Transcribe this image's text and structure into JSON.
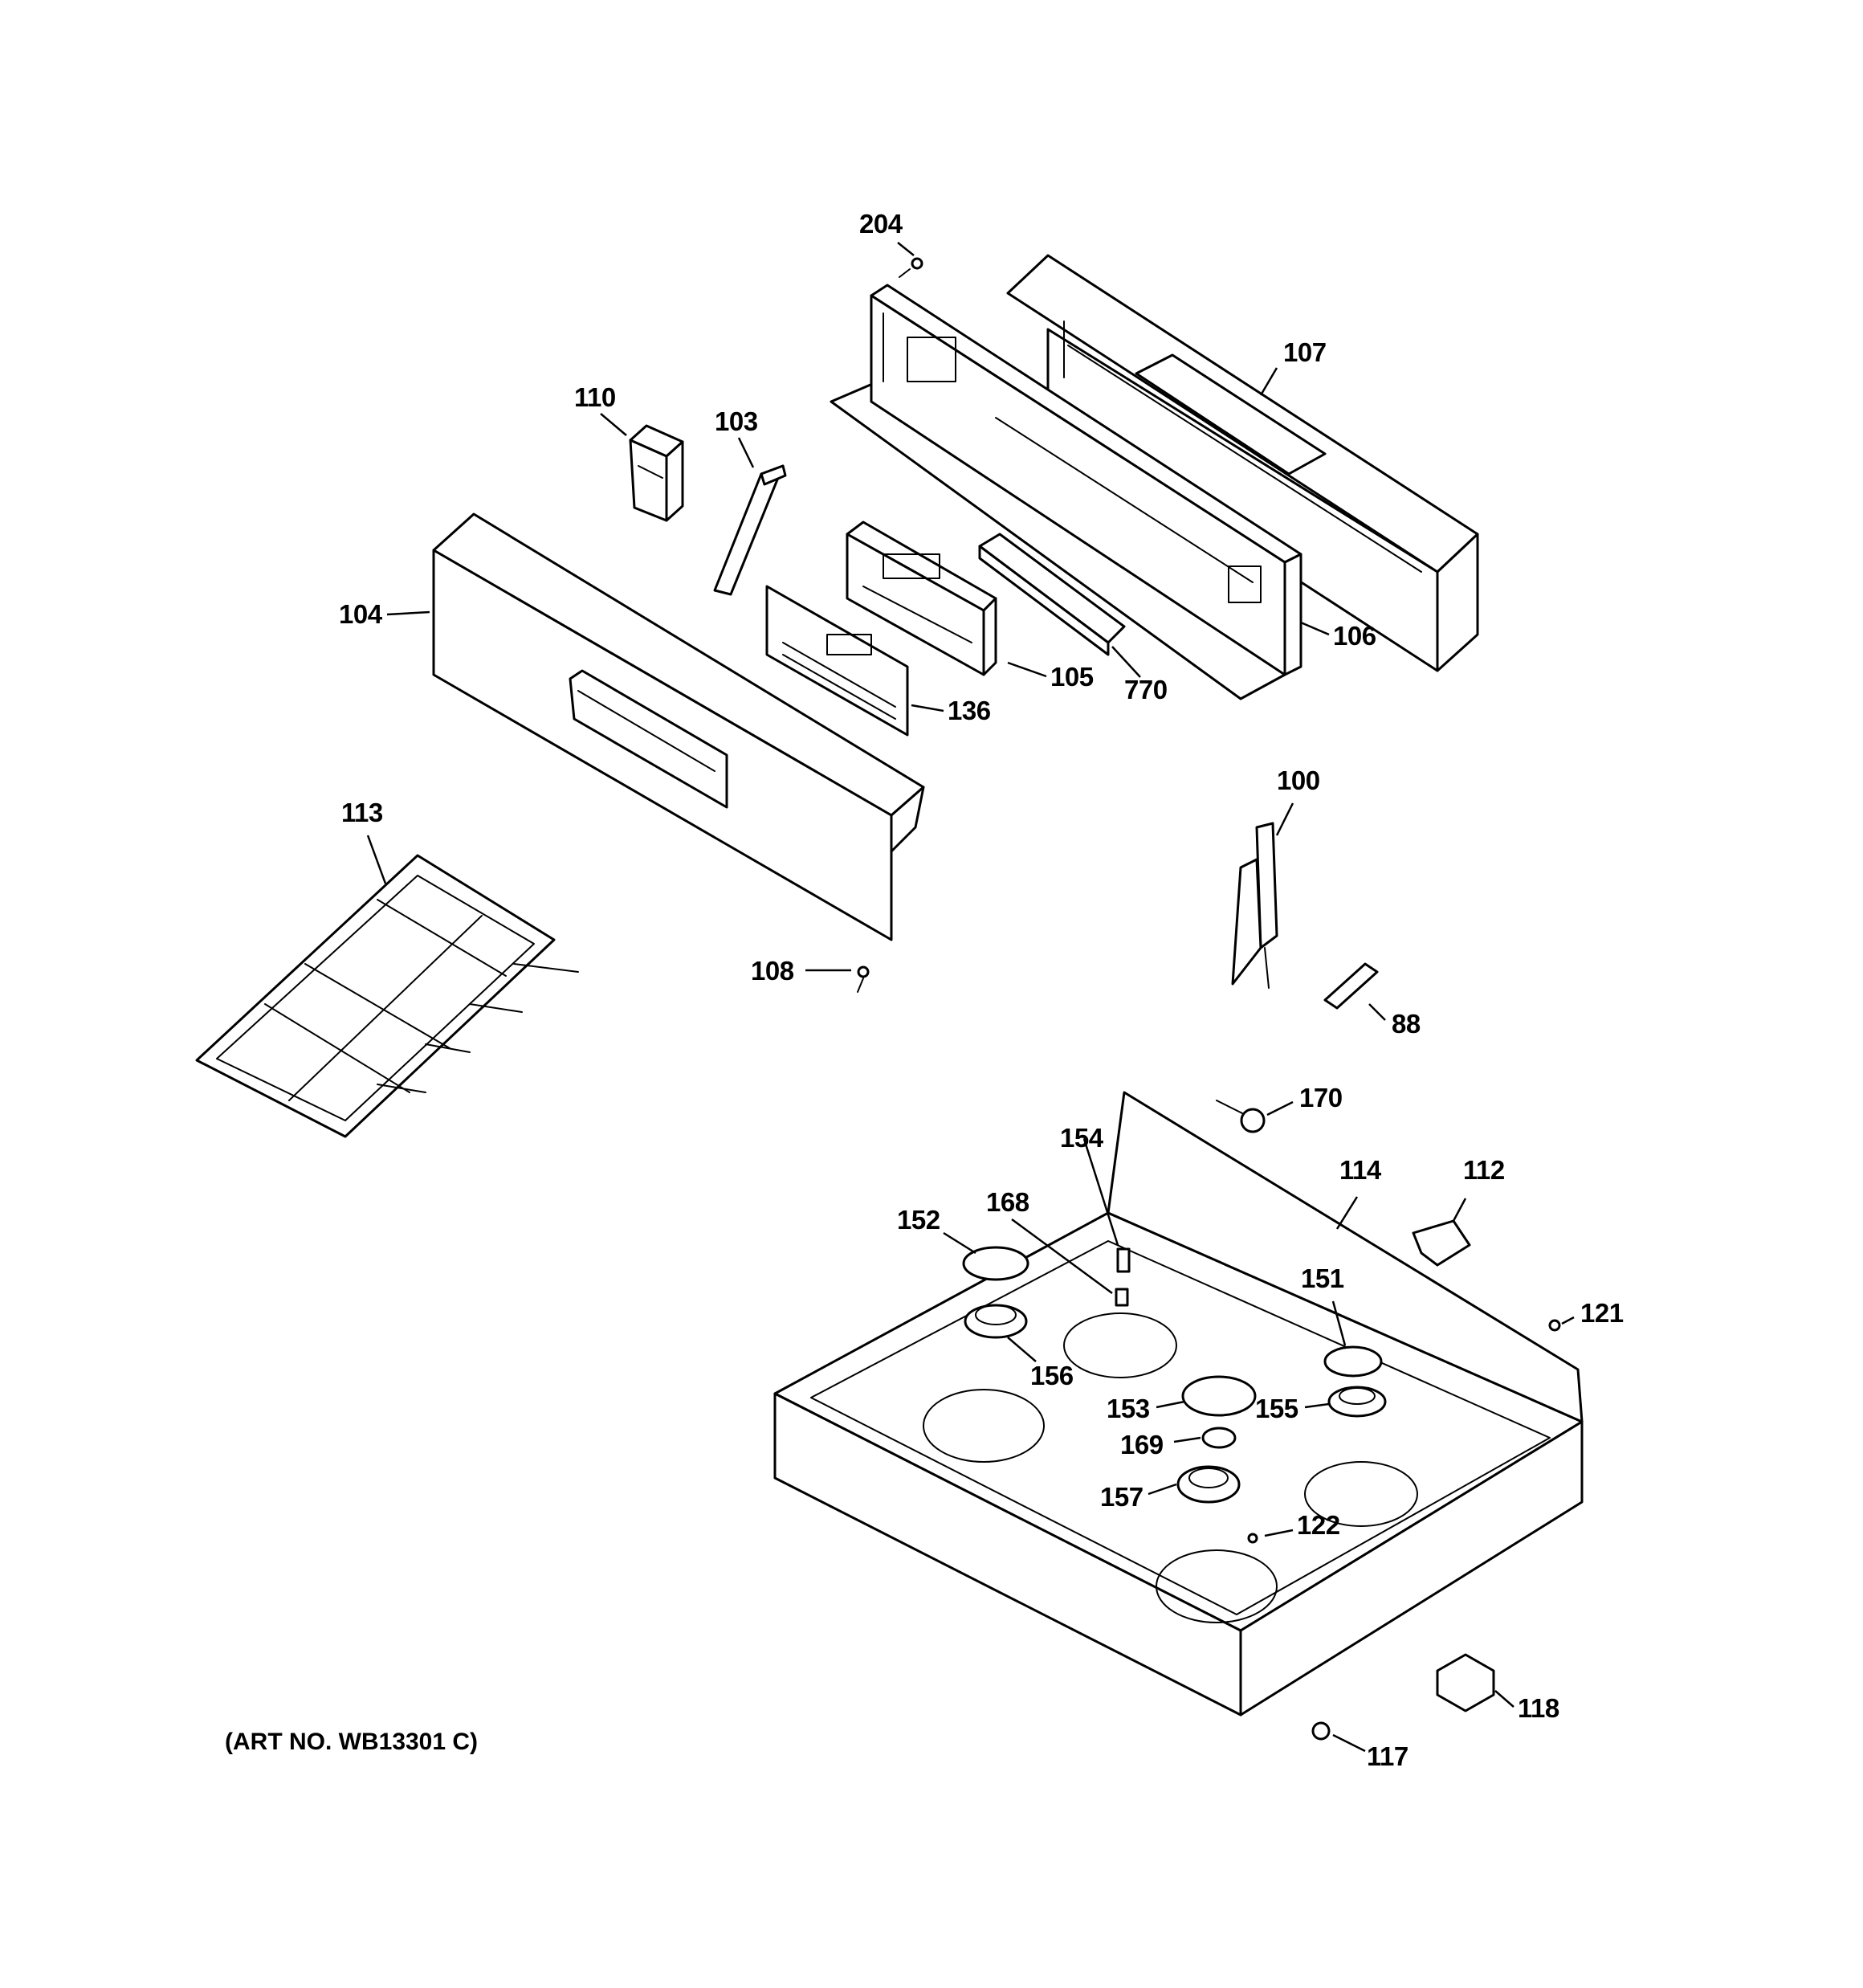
{
  "diagram": {
    "art_number": "(ART NO. WB13301 C)",
    "callouts": [
      {
        "id": "204",
        "text": "204"
      },
      {
        "id": "107",
        "text": "107"
      },
      {
        "id": "110",
        "text": "110"
      },
      {
        "id": "103",
        "text": "103"
      },
      {
        "id": "104",
        "text": "104"
      },
      {
        "id": "106",
        "text": "106"
      },
      {
        "id": "105",
        "text": "105"
      },
      {
        "id": "770",
        "text": "770"
      },
      {
        "id": "136",
        "text": "136"
      },
      {
        "id": "100",
        "text": "100"
      },
      {
        "id": "113",
        "text": "113"
      },
      {
        "id": "108",
        "text": "108"
      },
      {
        "id": "88",
        "text": "88"
      },
      {
        "id": "170",
        "text": "170"
      },
      {
        "id": "154",
        "text": "154"
      },
      {
        "id": "114",
        "text": "114"
      },
      {
        "id": "112",
        "text": "112"
      },
      {
        "id": "168",
        "text": "168"
      },
      {
        "id": "152",
        "text": "152"
      },
      {
        "id": "151",
        "text": "151"
      },
      {
        "id": "121",
        "text": "121"
      },
      {
        "id": "156",
        "text": "156"
      },
      {
        "id": "153",
        "text": "153"
      },
      {
        "id": "155",
        "text": "155"
      },
      {
        "id": "169",
        "text": "169"
      },
      {
        "id": "157",
        "text": "157"
      },
      {
        "id": "122",
        "text": "122"
      },
      {
        "id": "118",
        "text": "118"
      },
      {
        "id": "117",
        "text": "117"
      }
    ]
  }
}
